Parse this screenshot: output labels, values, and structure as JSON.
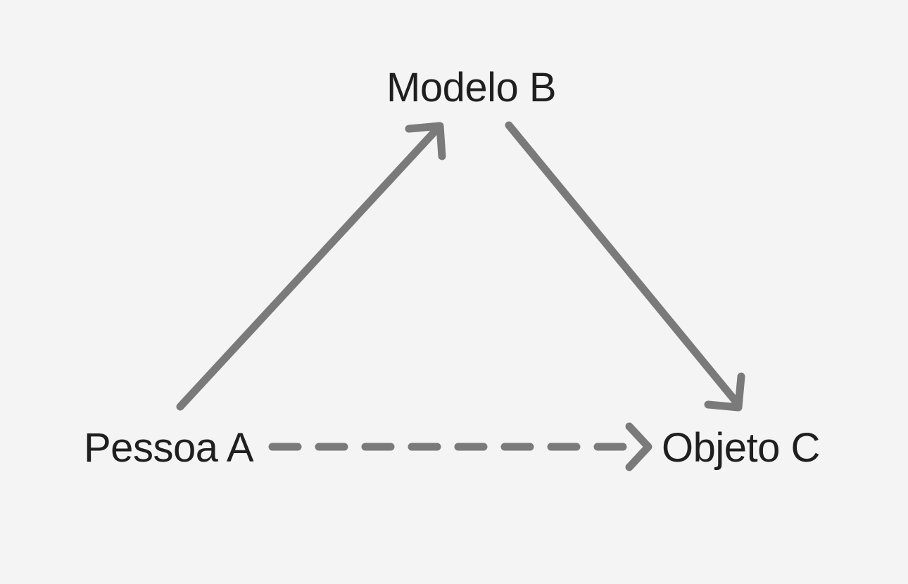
{
  "nodes": {
    "a": {
      "label": "Pessoa A"
    },
    "b": {
      "label": "Modelo B"
    },
    "c": {
      "label": "Objeto C"
    }
  },
  "edges": [
    {
      "from": "a",
      "to": "b",
      "style": "solid"
    },
    {
      "from": "b",
      "to": "c",
      "style": "solid"
    },
    {
      "from": "a",
      "to": "c",
      "style": "dashed"
    }
  ],
  "colors": {
    "background": "#f4f4f4",
    "arrow": "#7a7a7a",
    "text": "#1f1f1f"
  }
}
